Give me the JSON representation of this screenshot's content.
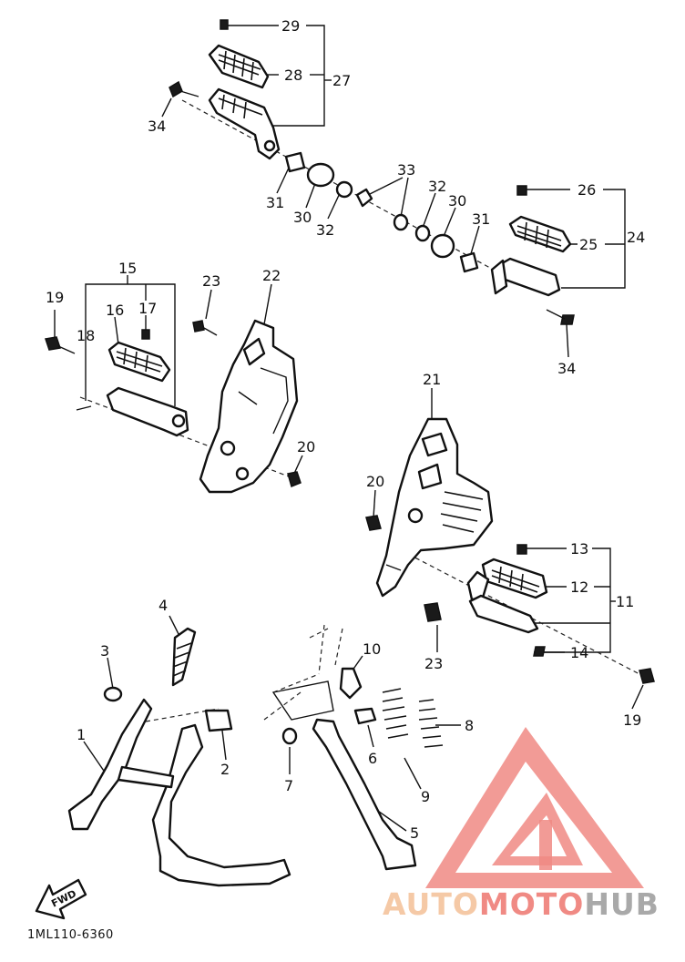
{
  "diagram": {
    "callouts": [
      {
        "id": "c29",
        "text": "29"
      },
      {
        "id": "c28",
        "text": "28"
      },
      {
        "id": "c27",
        "text": "27"
      },
      {
        "id": "c34a",
        "text": "34"
      },
      {
        "id": "c31a",
        "text": "31"
      },
      {
        "id": "c30a",
        "text": "30"
      },
      {
        "id": "c32a",
        "text": "32"
      },
      {
        "id": "c33",
        "text": "33"
      },
      {
        "id": "c32b",
        "text": "32"
      },
      {
        "id": "c30b",
        "text": "30"
      },
      {
        "id": "c31b",
        "text": "31"
      },
      {
        "id": "c26",
        "text": "26"
      },
      {
        "id": "c25",
        "text": "25"
      },
      {
        "id": "c24",
        "text": "24"
      },
      {
        "id": "c34b",
        "text": "34"
      },
      {
        "id": "c15",
        "text": "15"
      },
      {
        "id": "c19a",
        "text": "19"
      },
      {
        "id": "c16",
        "text": "16"
      },
      {
        "id": "c17",
        "text": "17"
      },
      {
        "id": "c18",
        "text": "18"
      },
      {
        "id": "c23a",
        "text": "23"
      },
      {
        "id": "c22",
        "text": "22"
      },
      {
        "id": "c20a",
        "text": "20"
      },
      {
        "id": "c21",
        "text": "21"
      },
      {
        "id": "c20b",
        "text": "20"
      },
      {
        "id": "c13",
        "text": "13"
      },
      {
        "id": "c12",
        "text": "12"
      },
      {
        "id": "c11",
        "text": "11"
      },
      {
        "id": "c14",
        "text": "14"
      },
      {
        "id": "c23b",
        "text": "23"
      },
      {
        "id": "c19b",
        "text": "19"
      },
      {
        "id": "c4",
        "text": "4"
      },
      {
        "id": "c3",
        "text": "3"
      },
      {
        "id": "c10",
        "text": "10"
      },
      {
        "id": "c1",
        "text": "1"
      },
      {
        "id": "c2",
        "text": "2"
      },
      {
        "id": "c6",
        "text": "6"
      },
      {
        "id": "c8",
        "text": "8"
      },
      {
        "id": "c7",
        "text": "7"
      },
      {
        "id": "c9",
        "text": "9"
      },
      {
        "id": "c5",
        "text": "5"
      }
    ],
    "fwd_label": "FWD",
    "drawing_code": "1ML110-6360"
  },
  "watermark": {
    "part1": "AUTO",
    "part2": "MOTO",
    "part3": "HUB",
    "color_light": "#f5c9a6",
    "color_red": "#f08a84",
    "color_gray": "#a9a9a9"
  }
}
